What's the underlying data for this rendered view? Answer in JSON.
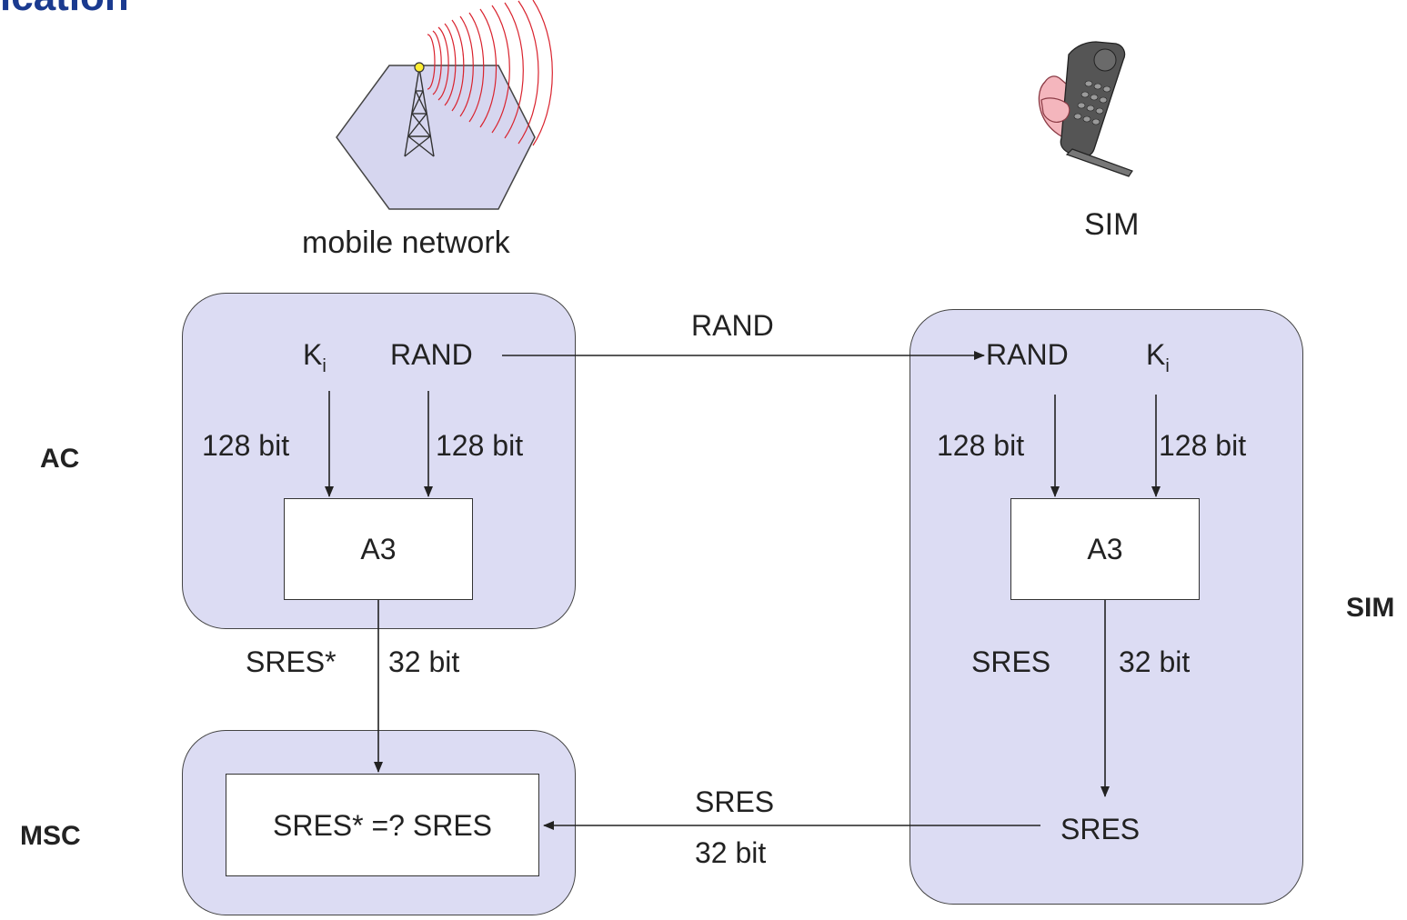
{
  "title": "ication",
  "top": {
    "network_caption": "mobile network",
    "sim_caption": "SIM",
    "tower_icon": "antenna-tower-icon",
    "phone_icon": "mobile-phone-icon"
  },
  "sides": {
    "ac": "AC",
    "msc": "MSC",
    "sim": "SIM"
  },
  "ac": {
    "key": "K",
    "key_sub": "i",
    "rand": "RAND",
    "bits_left": "128 bit",
    "bits_right": "128 bit",
    "algo": "A3",
    "sres_star": "SRES*",
    "sres_bits": "32 bit"
  },
  "msc": {
    "compare": "SRES* =? SRES"
  },
  "sim": {
    "rand": "RAND",
    "key": "K",
    "key_sub": "i",
    "bits_left": "128 bit",
    "bits_right": "128 bit",
    "algo": "A3",
    "sres": "SRES",
    "sres_bits": "32 bit",
    "sres_out": "SRES"
  },
  "links": {
    "rand_label": "RAND",
    "sres_label": "SRES",
    "sres_bits": "32 bit"
  },
  "colors": {
    "panel_fill": "#dcdcf3",
    "title": "#1a3a8f",
    "radio_waves": "#d9232e",
    "hexagon_fill": "#d6d6ef"
  }
}
